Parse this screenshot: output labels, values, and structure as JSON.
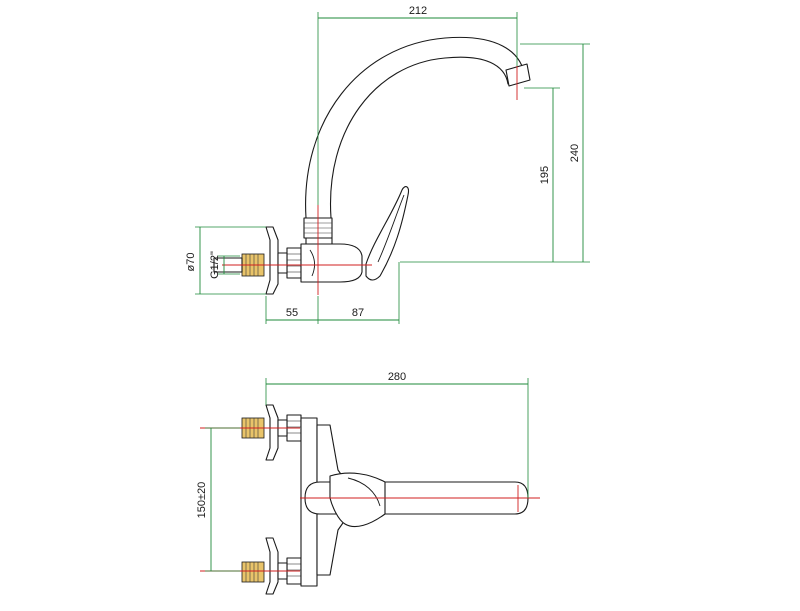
{
  "colors": {
    "outline": "#1a1a1a",
    "dimension": "#1e8a3a",
    "axis": "#d11f1f",
    "thread": "#e9c46a"
  },
  "dimensions": {
    "side_view": {
      "spout_reach": "212",
      "total_height": "240",
      "outlet_height": "195",
      "flange_diameter": "ø70",
      "connection_thread": "G1/2\"",
      "wall_to_axis": "55",
      "axis_to_body": "87"
    },
    "top_view": {
      "total_length": "280",
      "connection_spacing": "150±20"
    }
  }
}
